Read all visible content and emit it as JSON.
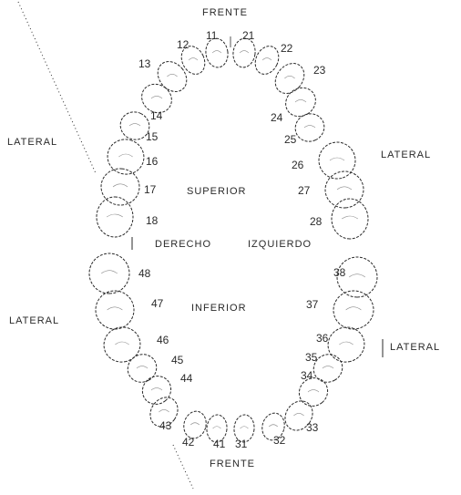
{
  "labels": {
    "front_top": "FRENTE",
    "front_bottom": "FRENTE",
    "lateral_upper_left": "LATERAL",
    "lateral_upper_right": "LATERAL",
    "lateral_lower_left": "LATERAL",
    "lateral_lower_right": "LATERAL",
    "superior": "SUPERIOR",
    "inferior": "INFERIOR",
    "derecho": "DERECHO",
    "izquierdo": "IZQUIERDO"
  },
  "upper_teeth": [
    "11",
    "12",
    "13",
    "14",
    "15",
    "16",
    "17",
    "18",
    "21",
    "22",
    "23",
    "24",
    "25",
    "26",
    "27",
    "28"
  ],
  "lower_teeth": [
    "31",
    "32",
    "33",
    "34",
    "35",
    "36",
    "37",
    "38",
    "41",
    "42",
    "43",
    "44",
    "45",
    "46",
    "47",
    "48"
  ],
  "colors": {
    "ink": "#2a2a2a",
    "background": "#ffffff"
  }
}
